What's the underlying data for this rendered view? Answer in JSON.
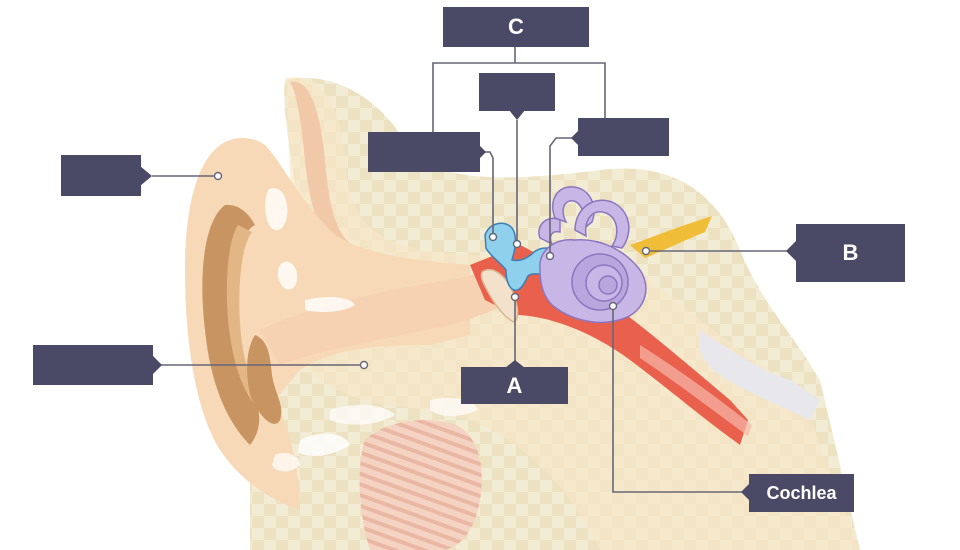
{
  "diagram": {
    "labels": {
      "a": "A",
      "b": "B",
      "c": "C",
      "cochlea": "Cochlea",
      "blank_pinna": "",
      "blank_canal": "",
      "blank_hammer": "",
      "blank_anvil": "",
      "blank_stirrup": ""
    }
  },
  "colors": {
    "label_bg": "#4a4a66",
    "label_text": "#ffffff",
    "leader_line": "#666677",
    "skin": "#f6dcc0",
    "skin_dark": "#c8976a",
    "bone": "#f1ead0",
    "canal_red": "#e9604d",
    "ossicle_blue": "#8fd0ec",
    "cochlea_purple": "#c7b6e6",
    "nerve_yellow": "#f0bd39"
  }
}
